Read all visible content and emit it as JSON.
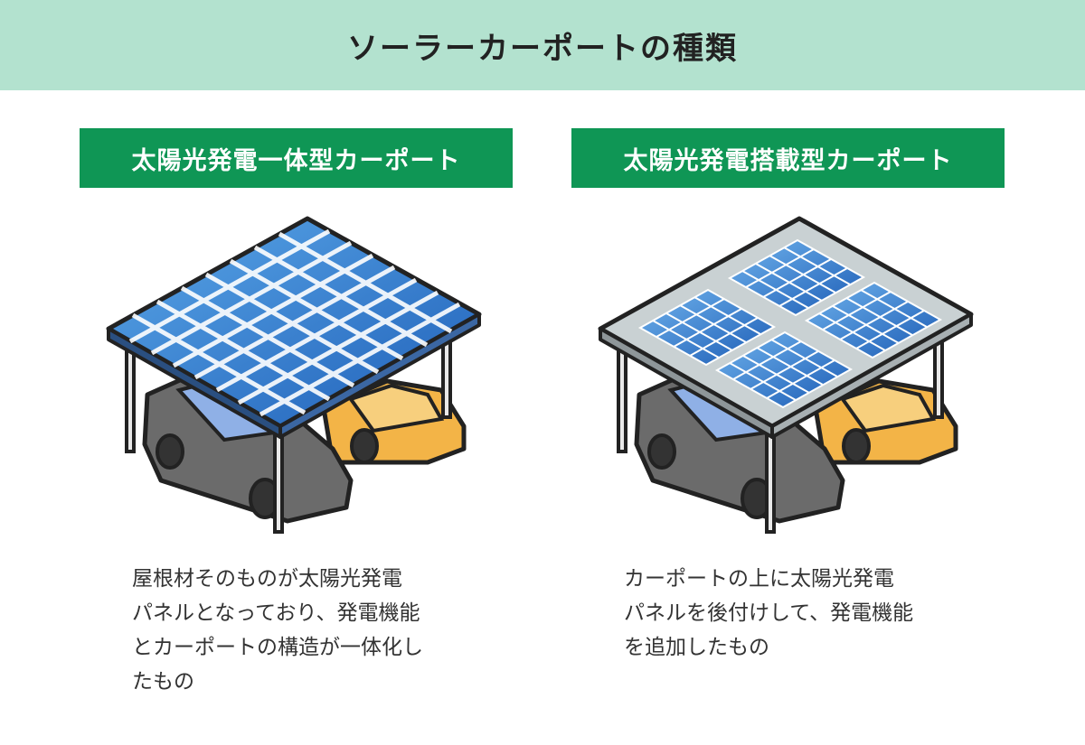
{
  "header": {
    "title": "ソーラーカーポートの種類"
  },
  "colors": {
    "header_bg": "#b3e2cf",
    "label_bg": "#0f9655",
    "panel_blue": "#2f6fc6",
    "car_gray": "#6b6b6b",
    "car_yellow": "#f3b447"
  },
  "types": [
    {
      "label": "太陽光発電一体型カーポート",
      "description": "屋根材そのものが太陽光発電\nパネルとなっており、発電機能\nとカーポートの構造が一体化し\nたもの"
    },
    {
      "label": "太陽光発電搭載型カーポート",
      "description": "カーポートの上に太陽光発電\nパネルを後付けして、発電機能\nを追加したもの"
    }
  ]
}
